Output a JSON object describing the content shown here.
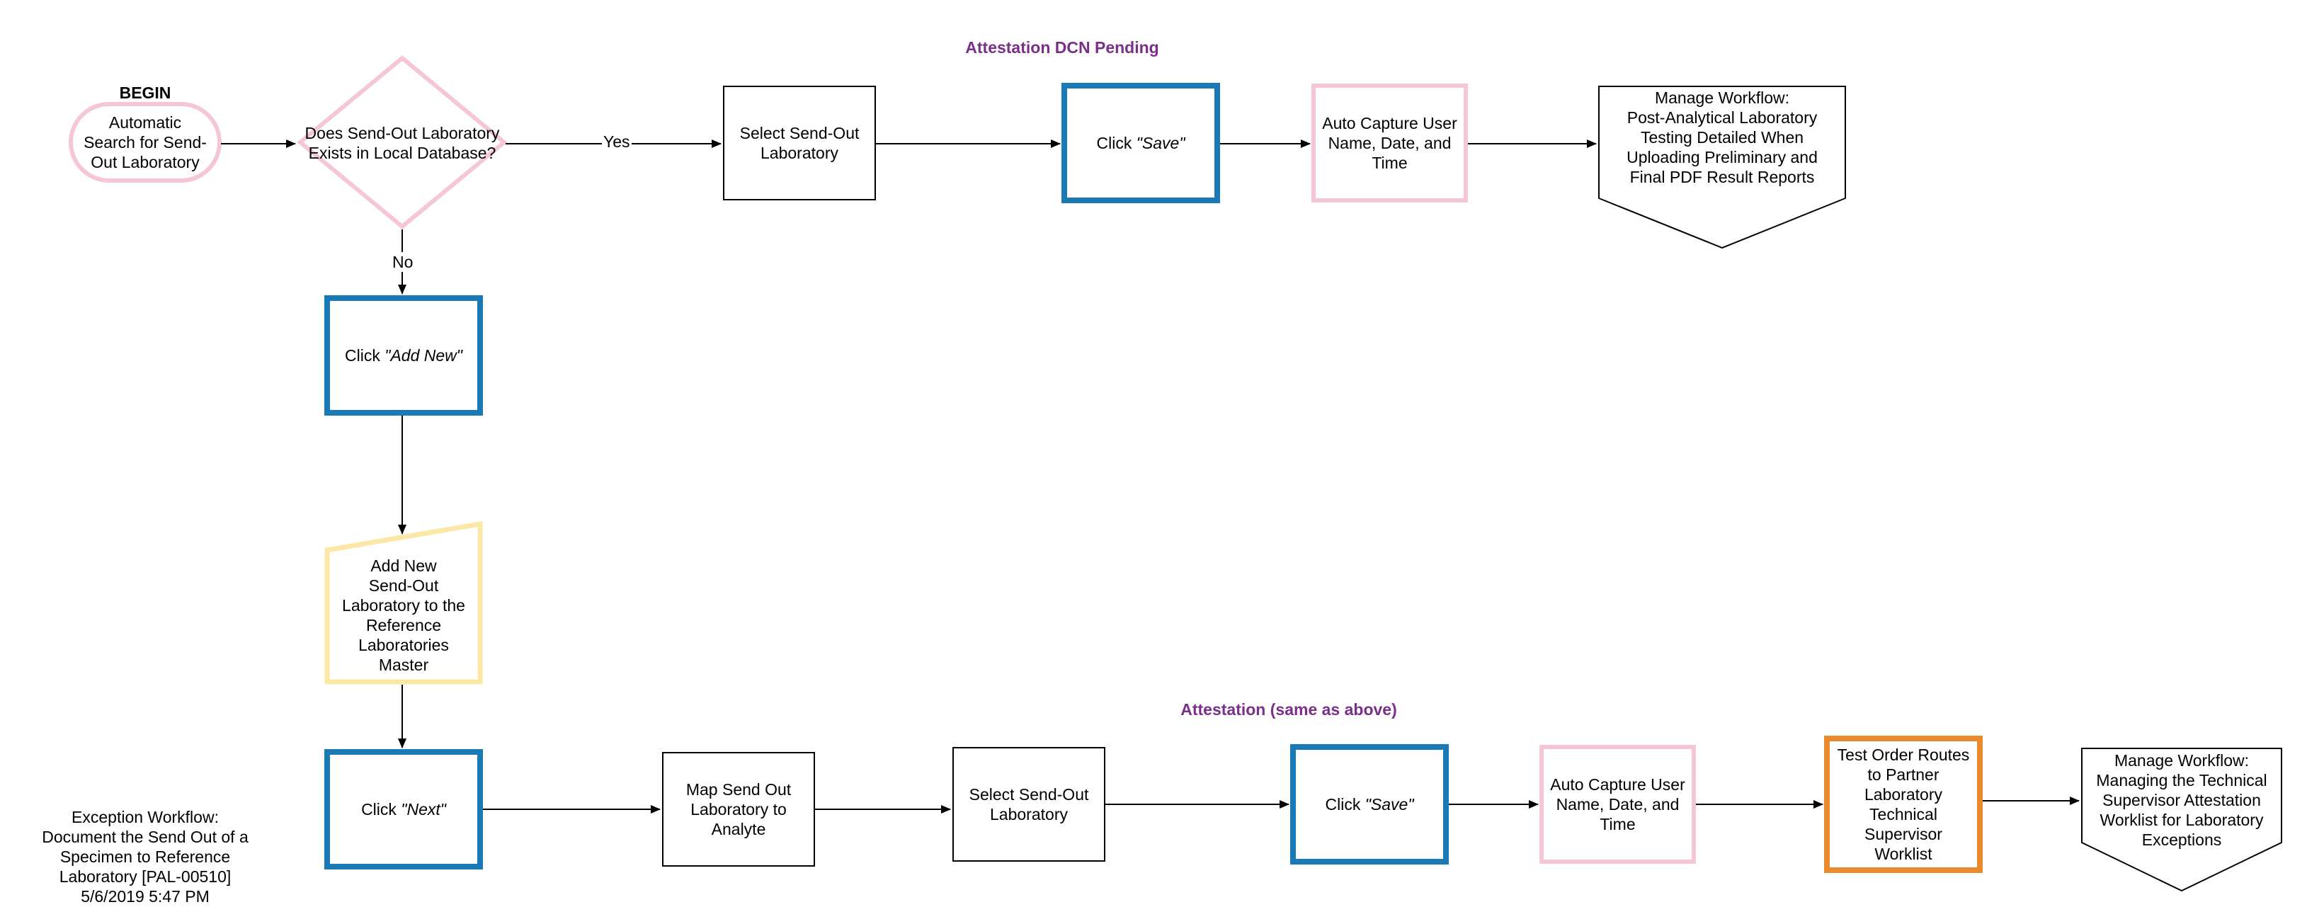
{
  "banner_top": "Attestation DCN Pending",
  "banner_bottom": "Attestation (same as above)",
  "begin_label": "BEGIN",
  "nodes": {
    "start": "Automatic Search for Send-Out Laboratory",
    "decision": "Does Send-Out Laboratory Exists in Local Database?",
    "select_top": "Select Send-Out Laboratory",
    "save_top_prefix": "Click ",
    "save_top_em": "\"Save\"",
    "capture_top": "Auto Capture User Name, Date, and Time",
    "manage_top": "Manage Workflow:\nPost-Analytical  Laboratory Testing Detailed When Uploading Preliminary and Final PDF Result Reports",
    "add_new_prefix": "Click ",
    "add_new_em": "\"Add New\"",
    "add_master": "Add New\nSend-Out\nLaboratory to the\nReference\nLaboratories\nMaster",
    "next_prefix": "Click ",
    "next_em": "\"Next\"",
    "map": "Map Send Out Laboratory to Analyte",
    "select_bottom": "Select Send-Out Laboratory",
    "save_bottom_prefix": "Click ",
    "save_bottom_em": "\"Save\"",
    "capture_bottom": "Auto Capture User Name, Date, and Time",
    "routes": "Test Order Routes to Partner Laboratory Technical Supervisor Worklist",
    "manage_bottom": "Manage Workflow:\nManaging the Technical Supervisor Attestation Worklist for Laboratory Exceptions"
  },
  "edge_labels": {
    "yes": "Yes",
    "no": "No"
  },
  "footer": "Exception Workflow:\nDocument the Send Out of a\nSpecimen to Reference\nLaboratory [PAL-00510]\n5/6/2019 5:47 PM",
  "colors": {
    "blue": "#1a7ab5",
    "pink": "#f5c6d6",
    "yellow": "#fbe8a6",
    "orange": "#ea8a2e",
    "purple": "#7b2f8a"
  }
}
